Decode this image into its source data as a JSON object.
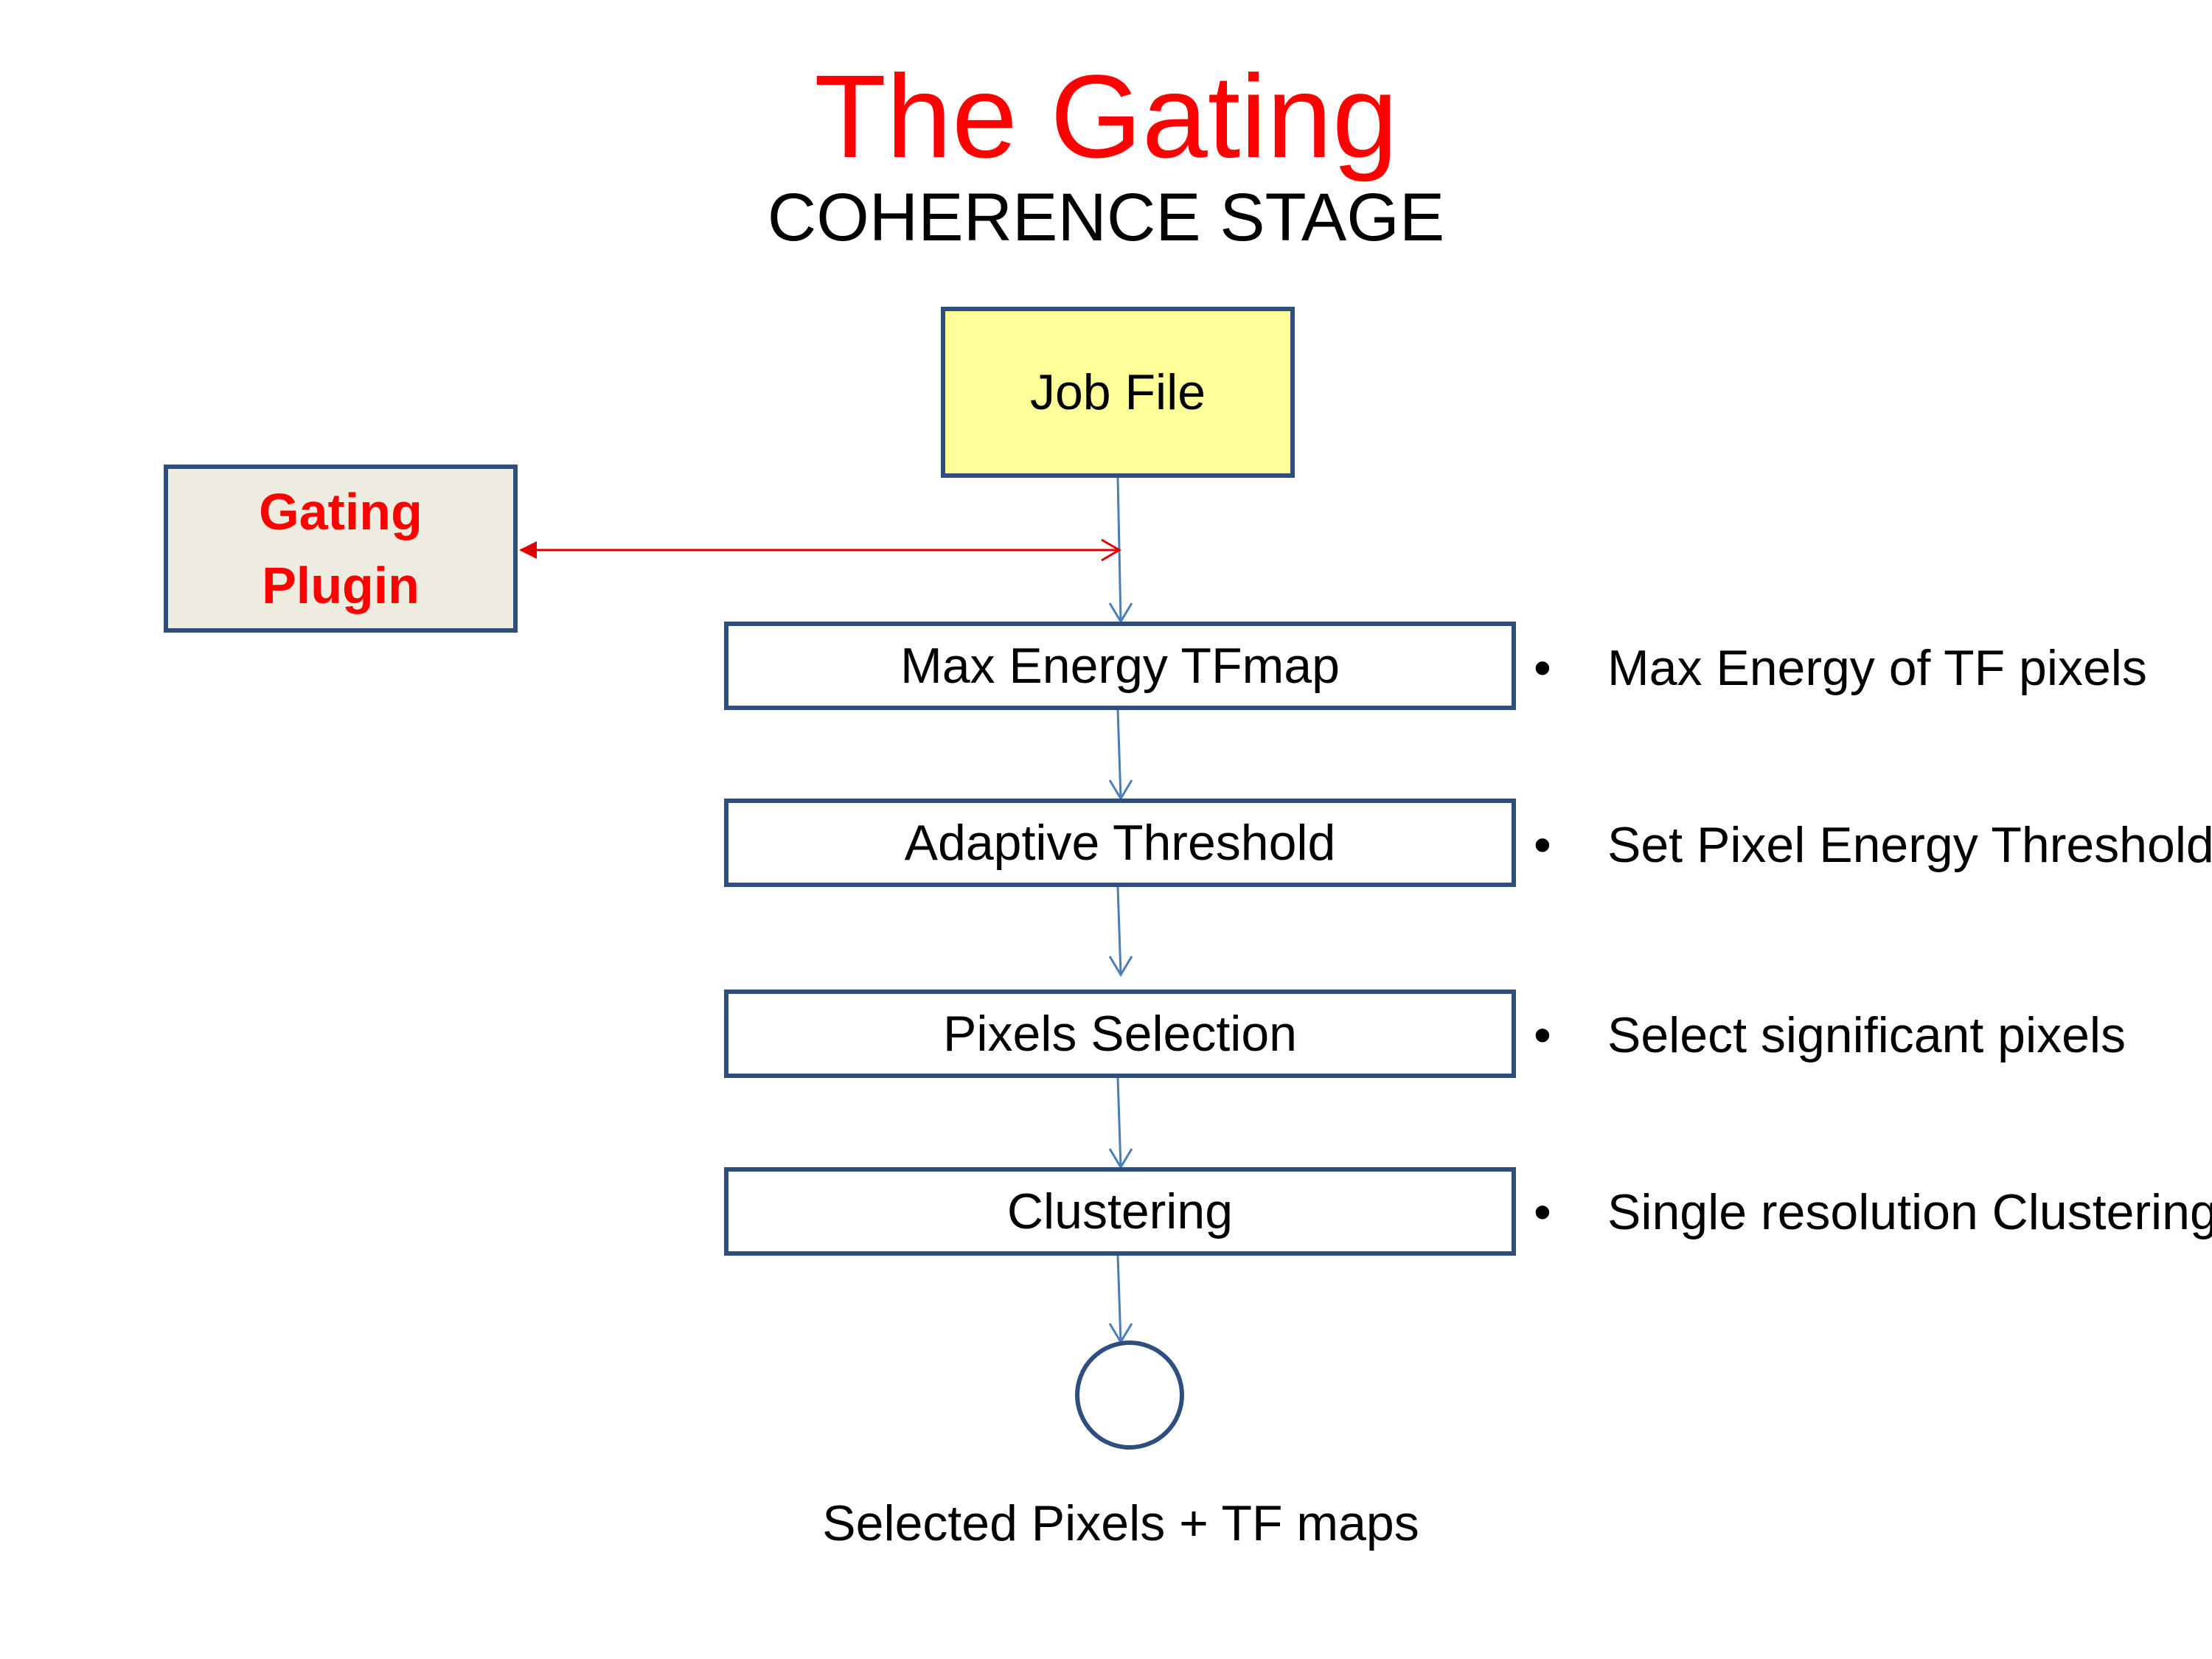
{
  "title": "The Gating",
  "subtitle": "COHERENCE STAGE",
  "job_file": "Job File",
  "plugin": {
    "line1": "Gating",
    "line2": "Plugin"
  },
  "steps": [
    "Max Energy TFmap",
    "Adaptive Threshold",
    "Pixels Selection",
    "Clustering"
  ],
  "bullet": "•",
  "notes": [
    {
      "text": "Max Energy of TF pixels"
    },
    {
      "text": "Set Pixel Energy Threshold"
    },
    {
      "text": "Select significant pixels"
    },
    {
      "text": "Single resolution Clustering"
    }
  ],
  "output": "Selected Pixels + TF maps",
  "colors": {
    "title": "#ff0000",
    "box_border": "#2e4e7e",
    "job_fill": "#ffff99",
    "plugin_fill": "#eeece1",
    "plugin_text": "#ff0000",
    "flow_arrow": "#4a7ebb",
    "plugin_link": "#e00000"
  }
}
